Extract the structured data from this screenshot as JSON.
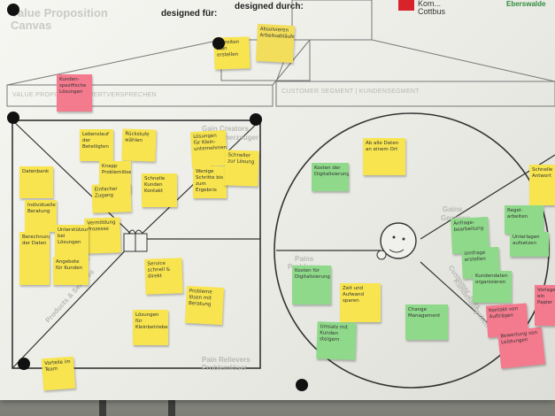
{
  "header": {
    "title": "Value Proposition Canvas",
    "designed_for": "designed für:",
    "designed_by": "designed durch:",
    "logo_text": "Kom... Cottbus",
    "logo2_text": "Eberswalde"
  },
  "sections": {
    "value_map_bar": "VALUE PROPOSITION | WERTVERSPRECHEN",
    "customer_bar": "CUSTOMER SEGMENT | KUNDENSEGMENT",
    "gain_creators": "Gain Creators",
    "gain_creators_de": "Gewinnerzeuger",
    "products": "Products & Services",
    "pain_relievers": "Pain Relievers",
    "pain_relievers_de": "Problemlöser",
    "gains": "Gains",
    "gains_de": "Gewinne",
    "pains": "Pains",
    "pains_de": "Probleme",
    "jobs": "Customer Jobs",
    "jobs_de": "Kundenaufgaben"
  },
  "notes": [
    {
      "id": "n1",
      "text": "Beizeiten Plan erstellen",
      "color": "yellow"
    },
    {
      "id": "n2",
      "text": "Absolvieren Arbeitsabläufe",
      "color": "yellow"
    },
    {
      "id": "n3",
      "text": "Kunden­spezifische Lösungen",
      "color": "pink"
    },
    {
      "id": "n4",
      "text": "Lebenslauf der Beteiligten",
      "color": "yellow"
    },
    {
      "id": "n5",
      "text": "Rückstufe wählen",
      "color": "yellow"
    },
    {
      "id": "n6",
      "text": "Lösungen für Klein­unternehmen",
      "color": "yellow"
    },
    {
      "id": "n7",
      "text": "Knapp Problemlöser",
      "color": "yellow"
    },
    {
      "id": "n8",
      "text": "Einfacher Zugang",
      "color": "yellow"
    },
    {
      "id": "n9",
      "text": "Wenige Schritte bis zum Ergebnis",
      "color": "yellow"
    },
    {
      "id": "n10",
      "text": "Schneller zur Lösung",
      "color": "yellow"
    },
    {
      "id": "n11",
      "text": "Schnelle Kunden Kontakt",
      "color": "yellow"
    },
    {
      "id": "n12",
      "text": "Datenbank",
      "color": "yellow"
    },
    {
      "id": "n13",
      "text": "Individuelle Beratung",
      "color": "yellow"
    },
    {
      "id": "n14",
      "text": "Berechnungen der Daten",
      "color": "yellow"
    },
    {
      "id": "n15",
      "text": "Vermittlung Prozesse",
      "color": "yellow"
    },
    {
      "id": "n16",
      "text": "Unterstützung bei Lösungen",
      "color": "yellow"
    },
    {
      "id": "n17",
      "text": "Angebote für Kunden",
      "color": "yellow"
    },
    {
      "id": "n18",
      "text": "Service schnell & direkt",
      "color": "yellow"
    },
    {
      "id": "n19",
      "text": "Probleme lösen mit Beratung",
      "color": "yellow"
    },
    {
      "id": "n20",
      "text": "Lösungen für Kleinbetriebe",
      "color": "yellow"
    },
    {
      "id": "n21",
      "text": "Kosten der Digitalisierung",
      "color": "green"
    },
    {
      "id": "n22",
      "text": "Ab alle Daten an einem Ort",
      "color": "yellow"
    },
    {
      "id": "n23",
      "text": "Schnelle Antwort",
      "color": "yellow"
    },
    {
      "id": "n24",
      "text": "Anfrage­bearbeitung",
      "color": "green"
    },
    {
      "id": "n25",
      "text": "Regel­arbeiten",
      "color": "green"
    },
    {
      "id": "n26",
      "text": "Unterlagen aufsetzen",
      "color": "green"
    },
    {
      "id": "n27",
      "text": "Umfrage erstellen",
      "color": "green"
    },
    {
      "id": "n28",
      "text": "Kunden­daten organisieren",
      "color": "green"
    },
    {
      "id": "n29",
      "text": "Kosten für Digitalisierung",
      "color": "green"
    },
    {
      "id": "n30",
      "text": "Zeit und Aufwand sparen",
      "color": "yellow"
    },
    {
      "id": "n31",
      "text": "Change Management",
      "color": "green"
    },
    {
      "id": "n32",
      "text": "Umsatz mit Kunden steigern",
      "color": "green"
    },
    {
      "id": "n33",
      "text": "Kontakt von Aufträgen",
      "color": "pink"
    },
    {
      "id": "n34",
      "text": "Bewertung von Leistungen",
      "color": "pink"
    },
    {
      "id": "n35",
      "text": "Vorlagen ein Papier",
      "color": "pink"
    },
    {
      "id": "n36",
      "text": "Vorteile im Team",
      "color": "yellow"
    }
  ]
}
